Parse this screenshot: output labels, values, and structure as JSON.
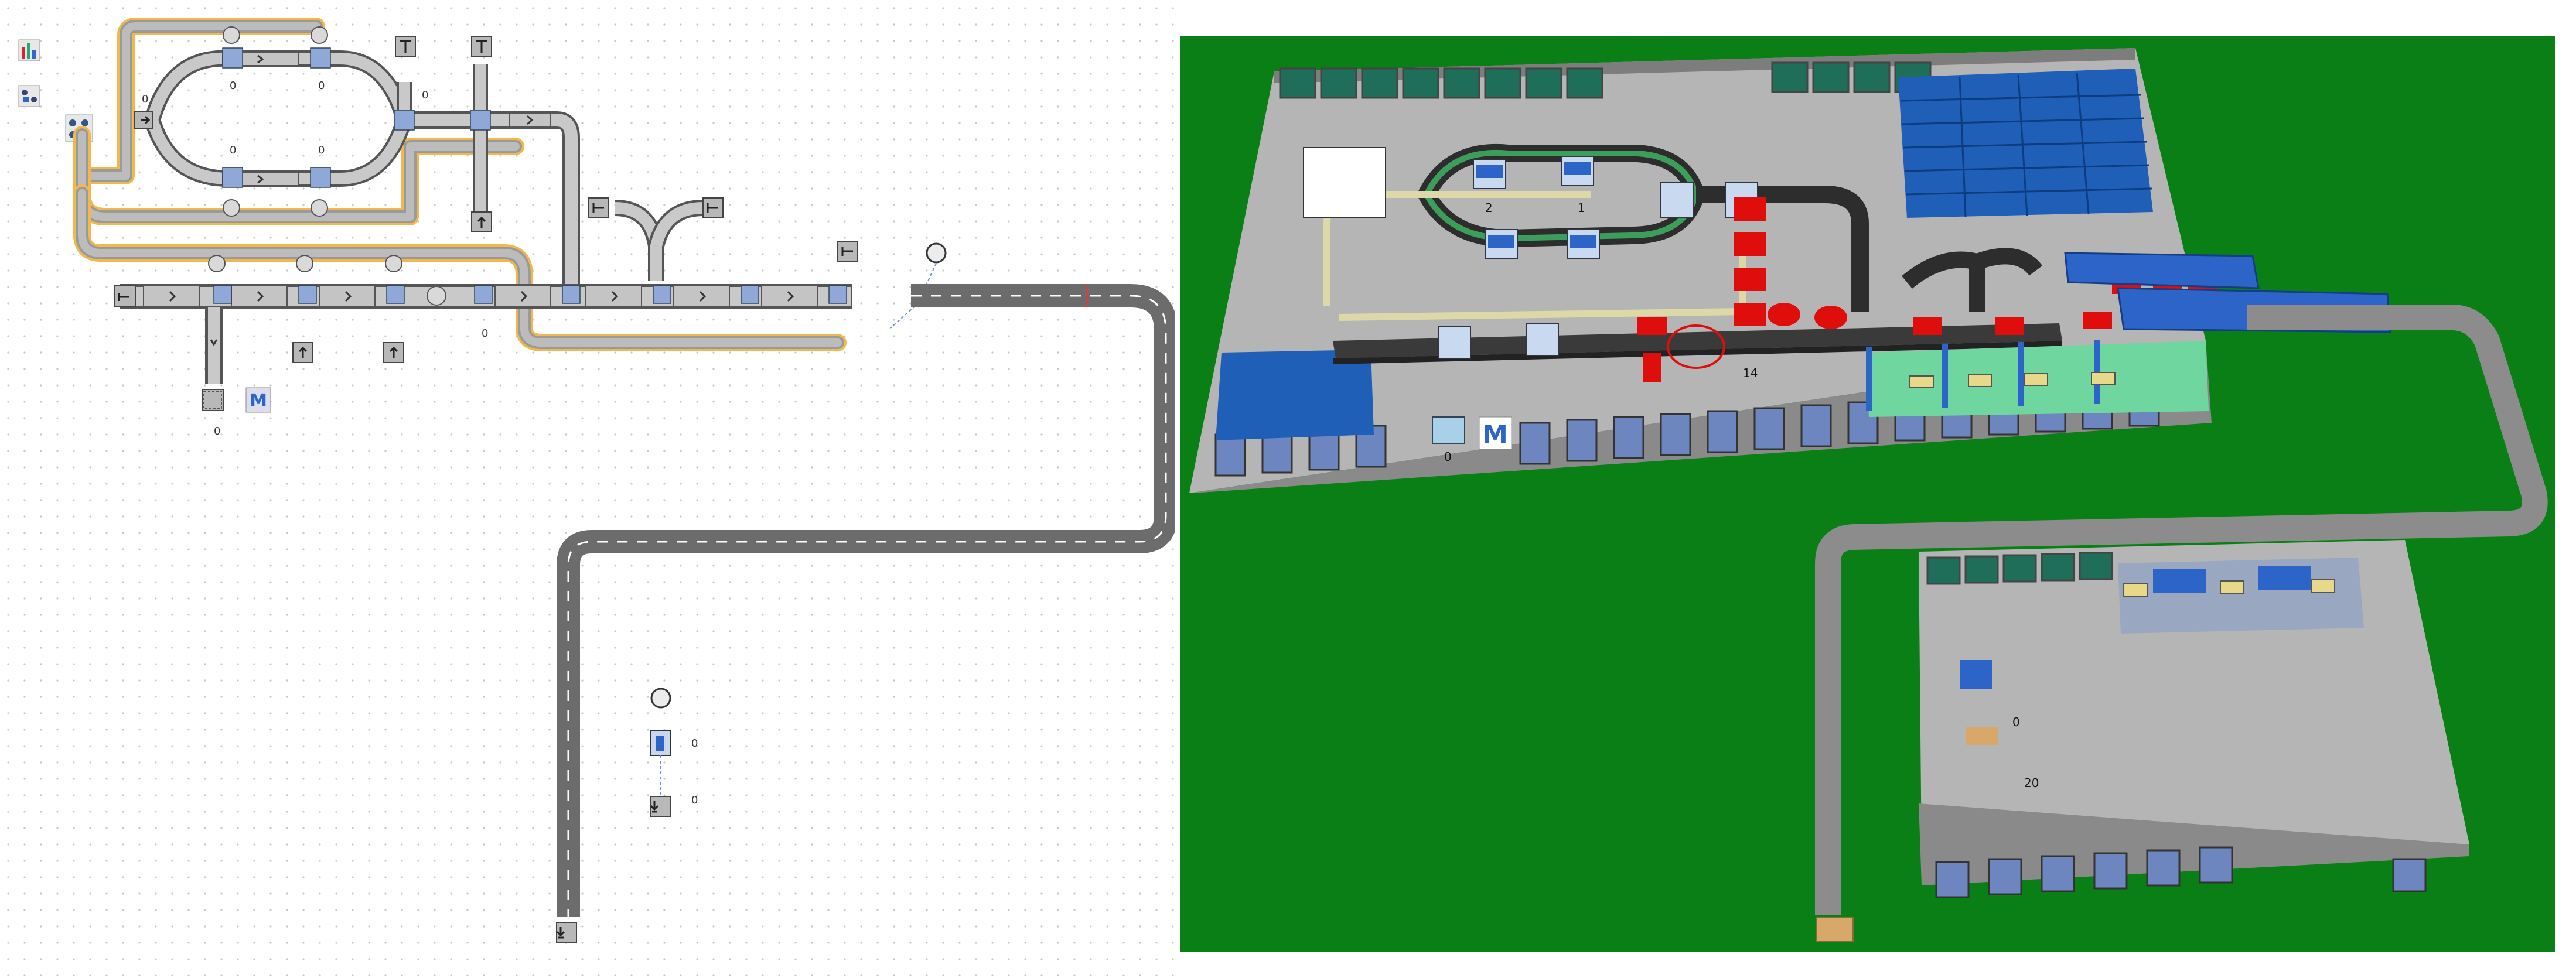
{
  "colors": {
    "ground": "#0a7f16",
    "road": "#6c6c6c",
    "conveyor": "#c4c4c4",
    "highlight": "#f2b84a",
    "rack": "#1f5fb8",
    "robot": "#e00d0d",
    "accent": "#2d64c8"
  },
  "toolbar": [
    {
      "id": "chart",
      "icon": "bar-chart-icon"
    },
    {
      "id": "agv",
      "icon": "agv-icon"
    },
    {
      "id": "robots",
      "icon": "robot-group-icon"
    }
  ],
  "logic": {
    "counters": {
      "loop_left": "0",
      "loop_top_a": "0",
      "loop_top_b": "0",
      "loop_bottom_a": "0",
      "loop_bottom_b": "0",
      "branch": "0",
      "main_line": "0",
      "storage": "0",
      "agent_a": "0",
      "agent_b": "0"
    },
    "logo_letter": "M"
  },
  "view3d": {
    "labels": {
      "cell_a": "2",
      "cell_b": "1",
      "station_count": "14",
      "inbox_count": "0",
      "warehouse_a": "0",
      "warehouse_b": "20"
    },
    "logo_letter": "M"
  }
}
